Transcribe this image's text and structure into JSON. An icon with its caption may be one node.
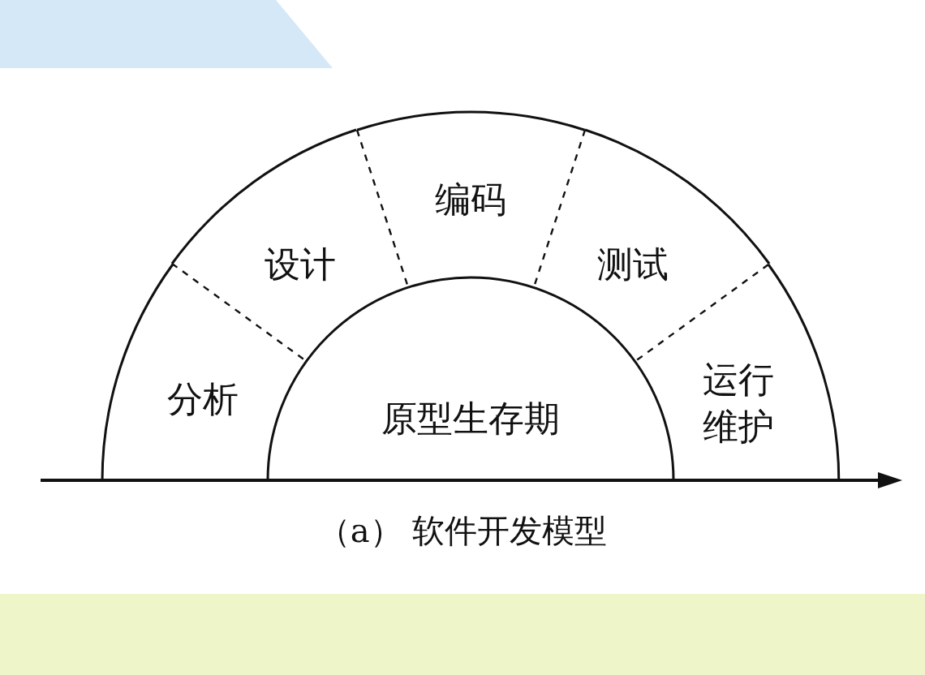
{
  "diagram": {
    "caption": "（a） 软件开发模型",
    "nodes": [
      {
        "text": [
          "分析"
        ]
      },
      {
        "text": [
          "设计"
        ]
      },
      {
        "text": [
          "编码"
        ]
      },
      {
        "text": [
          "测试"
        ]
      },
      {
        "text": [
          "运行维护"
        ]
      },
      {
        "text": [
          "原型生存期"
        ]
      }
    ]
  }
}
